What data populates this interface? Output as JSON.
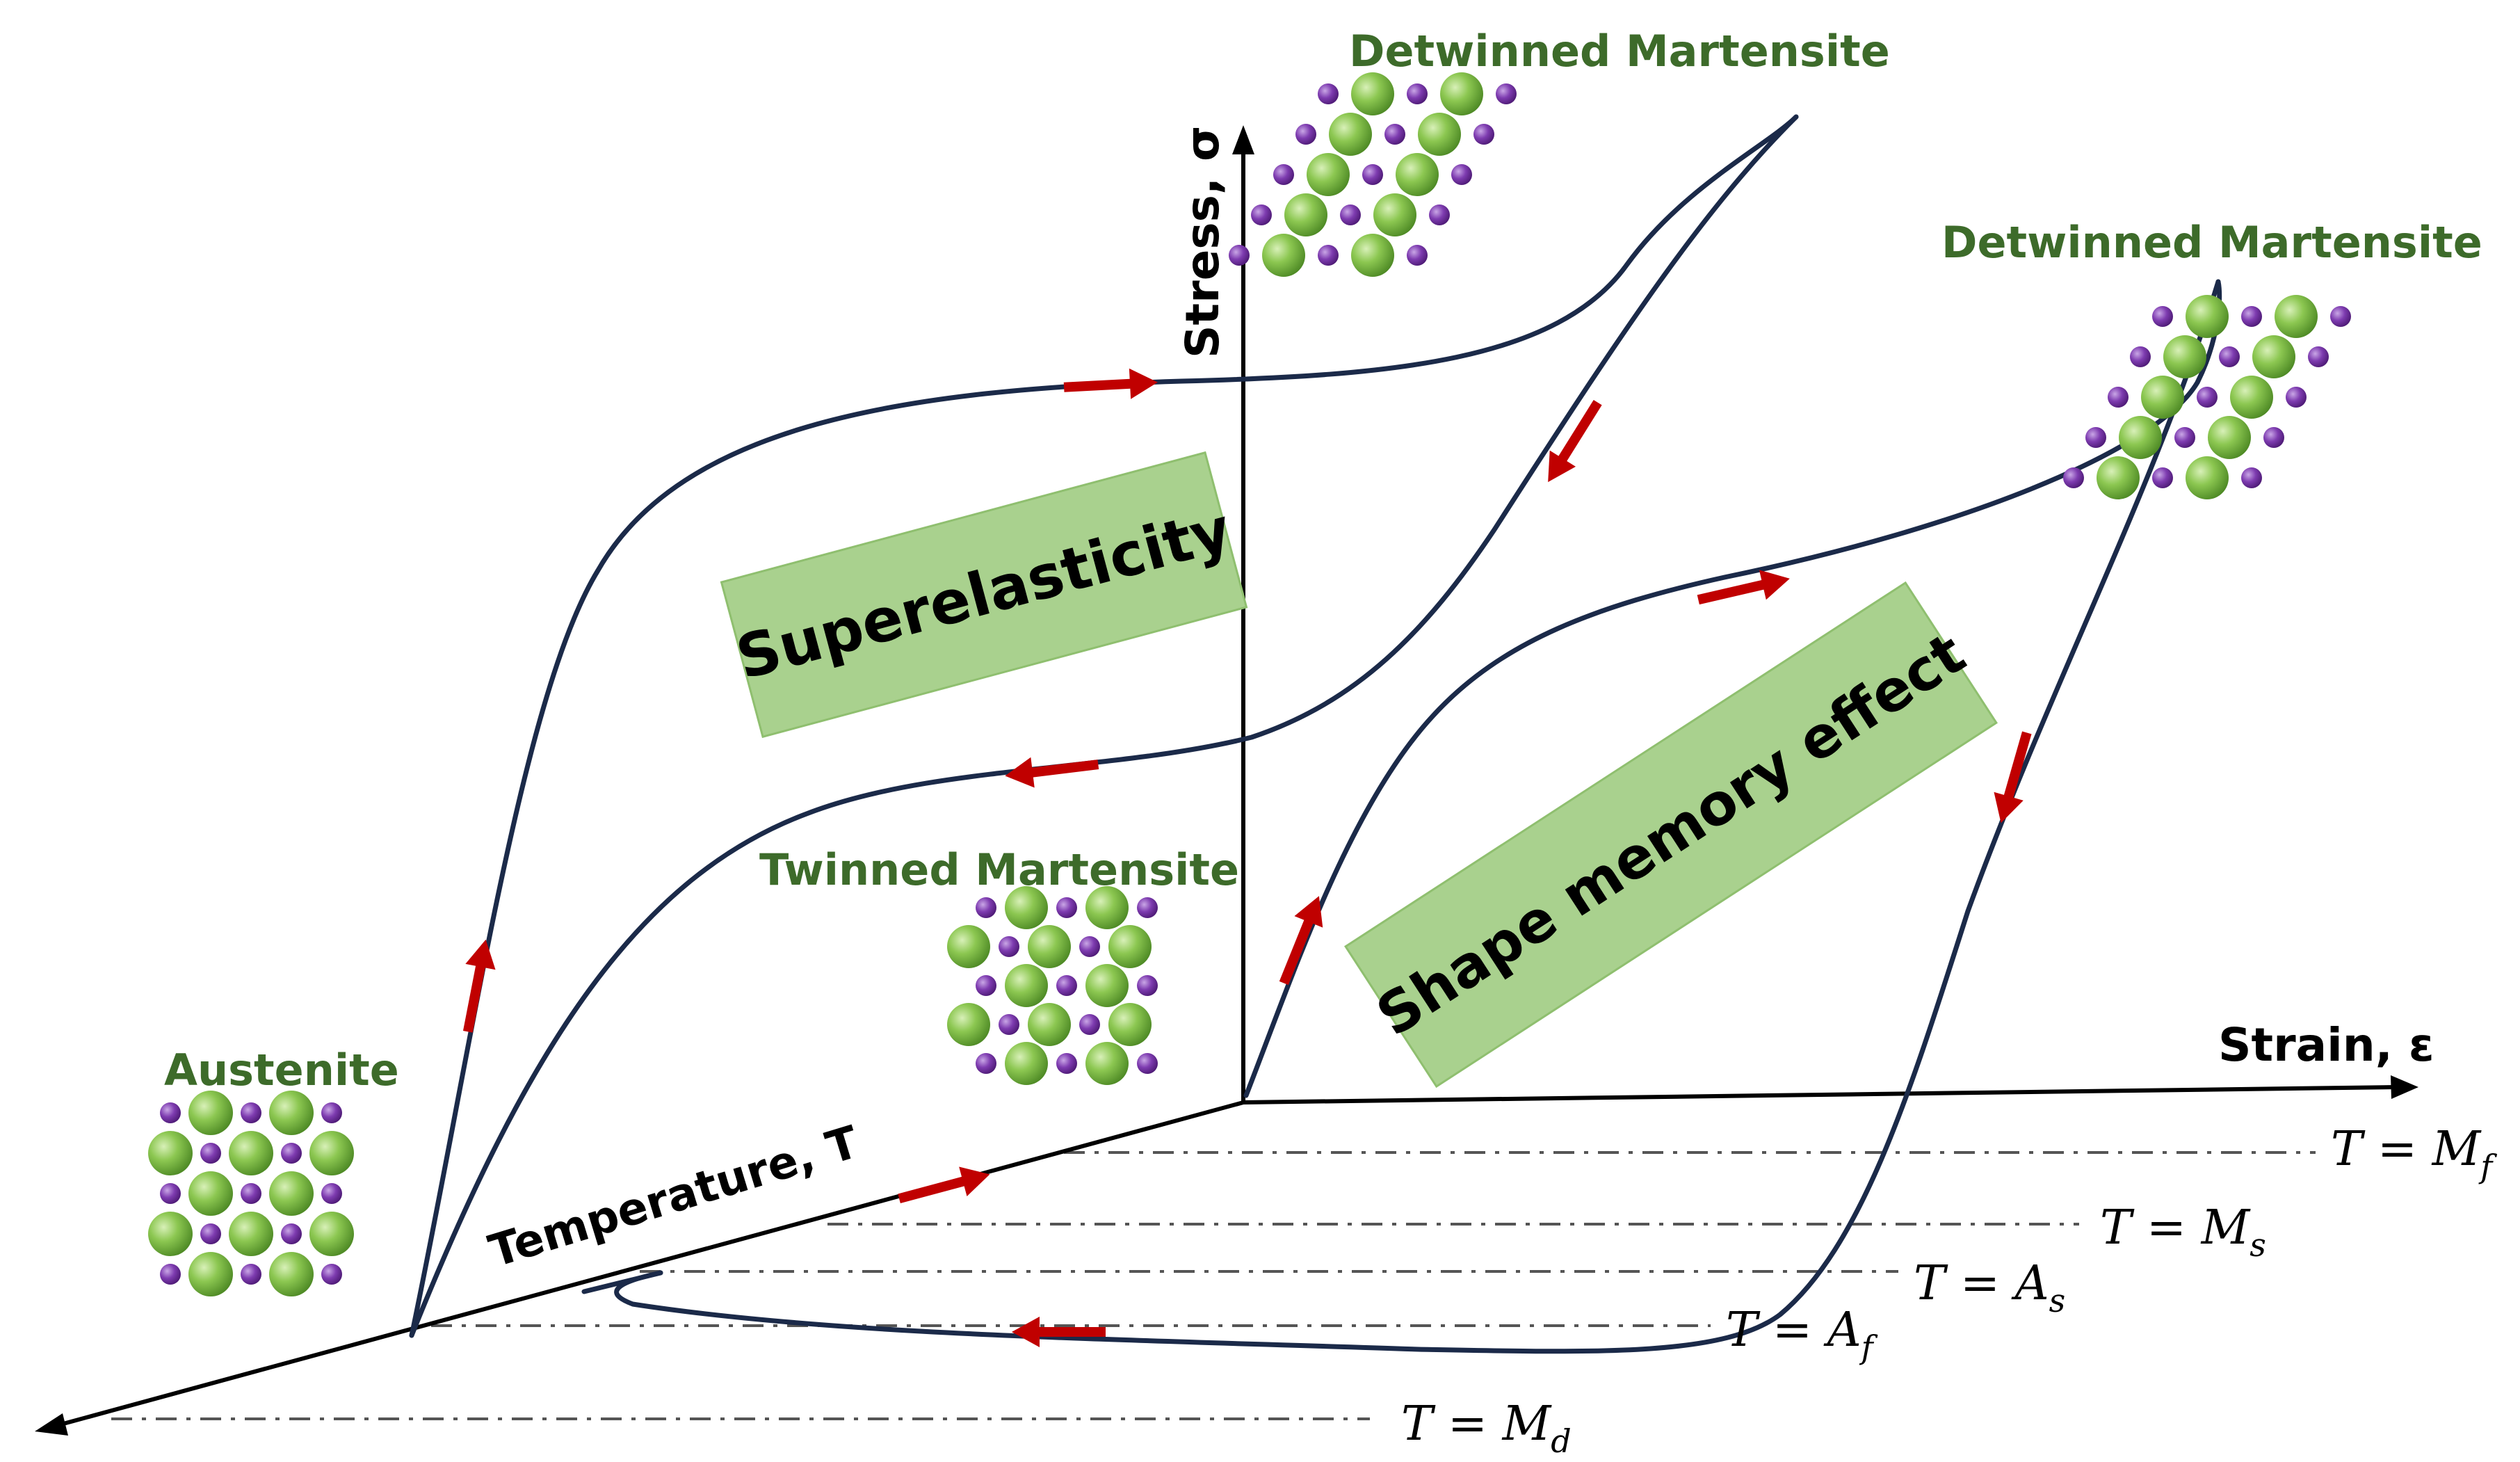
{
  "axes": {
    "stress": "Stress, σ",
    "strain": "Strain, ε",
    "temperature": "Temperature, T"
  },
  "regions": {
    "superelasticity": "Superelasticity",
    "shape_memory": "Shape memory effect"
  },
  "phases": {
    "austenite": "Austenite",
    "twinned": "Twinned Martensite",
    "detwinned_1": "Detwinned Martensite",
    "detwinned_2": "Detwinned Martensite"
  },
  "temperatures": {
    "mf": {
      "prefix": "T = M",
      "sub": "f"
    },
    "ms": {
      "prefix": "T = M",
      "sub": "s"
    },
    "as": {
      "prefix": "T = A",
      "sub": "s"
    },
    "af": {
      "prefix": "T = A",
      "sub": "f"
    },
    "md": {
      "prefix": "T = M",
      "sub": "d"
    }
  },
  "colors": {
    "curve": "#1b2a49",
    "arrow": "#c00000",
    "phase_text": "#3d6b2a",
    "region_box": "#a9d18e",
    "atom_large": "#70ad47",
    "atom_small": "#7030a0"
  }
}
